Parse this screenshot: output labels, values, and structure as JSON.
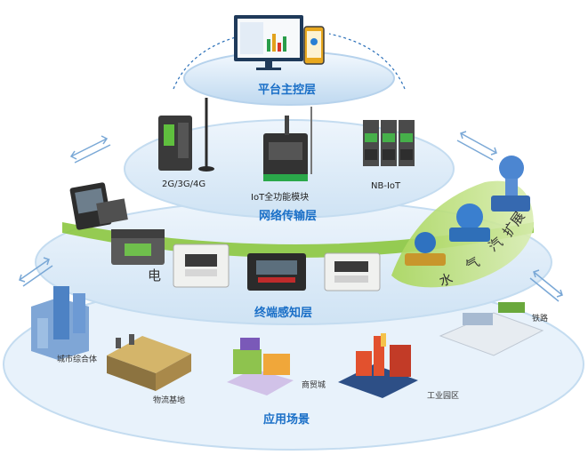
{
  "layers": {
    "platform": "平台主控层",
    "network": "网络传输层",
    "terminal": "终端感知层",
    "application": "应用场景"
  },
  "network_devices": [
    "2G/3G/4G",
    "IoT全功能模块",
    "NB-IoT"
  ],
  "terminal_labels": {
    "electric": "电",
    "water": "水",
    "gas": "气",
    "heat": "汽",
    "expand": "扩展"
  },
  "scenes": [
    "城市综合体",
    "物流基地",
    "商贸城",
    "工业园区",
    "铁路"
  ],
  "colors": {
    "layer_title": "#1a6fc7",
    "ellipse_fill": "#dbeaf7",
    "ellipse_edge": "#c7dff2",
    "terminal_band": "#7bbf2a",
    "terminal_band_light": "#e4f1c8"
  },
  "icons": [
    "monitor-icon",
    "phone-icon",
    "router-icon",
    "meter-icon",
    "building-icon",
    "warehouse-icon",
    "factory-icon",
    "train-icon",
    "bidirectional-arrow-icon"
  ]
}
